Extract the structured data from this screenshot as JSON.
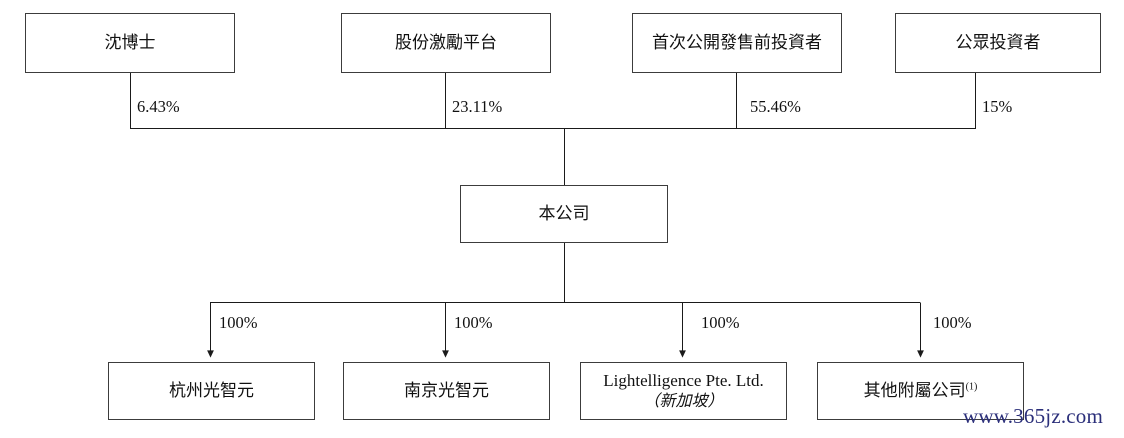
{
  "diagram": {
    "type": "org-chart",
    "title": "",
    "shareholders": [
      {
        "id": "dr-shen",
        "label": "沈博士",
        "percent": "6.43%"
      },
      {
        "id": "share-incentive-platform",
        "label": "股份激勵平台",
        "percent": "23.11%"
      },
      {
        "id": "pre-ipo-investors",
        "label": "首次公開發售前投資者",
        "percent": "55.46%"
      },
      {
        "id": "public-investors",
        "label": "公眾投資者",
        "percent": "15%"
      }
    ],
    "company": {
      "id": "our-company",
      "label": "本公司"
    },
    "subsidiaries": [
      {
        "id": "hangzhou-guangzhiyuan",
        "label": "杭州光智元",
        "sub": "",
        "sup": "",
        "percent": "100%"
      },
      {
        "id": "nanjing-guangzhiyuan",
        "label": "南京光智元",
        "sub": "",
        "sup": "",
        "percent": "100%"
      },
      {
        "id": "lightelligence-pte-ltd",
        "label": "Lightelligence Pte. Ltd.",
        "sub": "（新加坡）",
        "sup": "",
        "percent": "100%"
      },
      {
        "id": "other-subsidiaries",
        "label": "其他附屬公司",
        "sub": "",
        "sup": "(1)",
        "percent": "100%"
      }
    ],
    "watermark": "www.365jz.com",
    "colors": {
      "box_border": "#3c3c3c",
      "line": "#1a1a1a",
      "text": "#111111",
      "watermark": "#2b2f7a",
      "background": "#ffffff"
    }
  }
}
